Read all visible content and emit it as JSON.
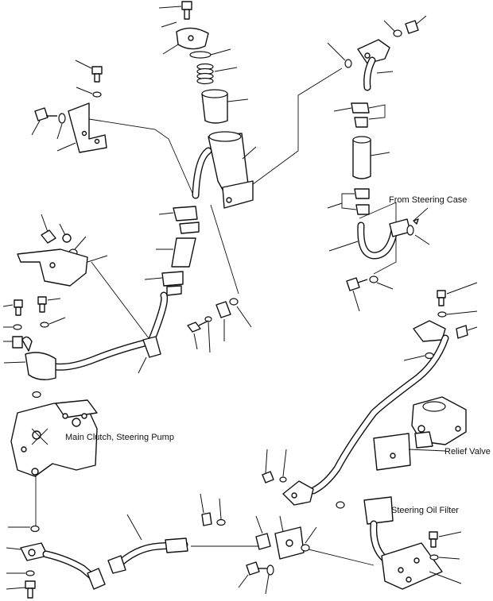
{
  "diagram": {
    "callouts": {
      "from_steering_case": "From Steering Case",
      "main_clutch_steering_pump": "Main Clutch, Steering Pump",
      "relief_valve": "Relief Valve",
      "steering_oil_filter": "Steering Oil Filter"
    }
  }
}
